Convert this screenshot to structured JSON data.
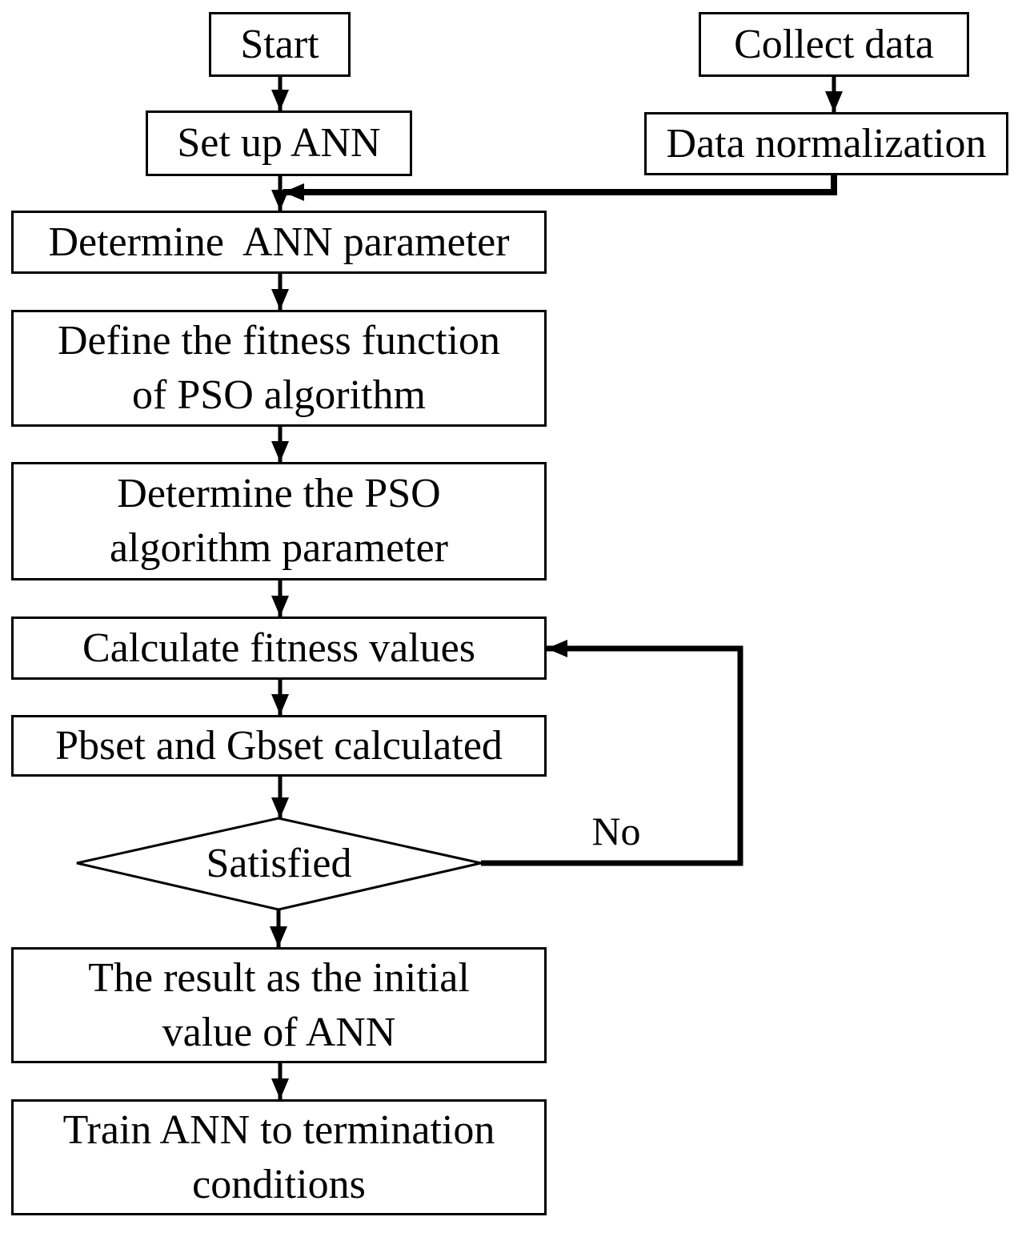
{
  "flowchart": {
    "nodes": {
      "start": "Start",
      "collect_data": "Collect data",
      "setup_ann": "Set up ANN",
      "data_normalization": "Data normalization",
      "determine_ann": "Determine  ANN parameter",
      "define_fitness": "Define the fitness function\nof PSO algorithm",
      "determine_pso": "Determine the PSO\nalgorithm parameter",
      "calculate_fitness": "Calculate fitness values",
      "pbset_gbset": "Pbset and Gbset calculated",
      "satisfied": "Satisfied",
      "result_initial": "The result as the initial\nvalue of ANN",
      "train_ann": "Train ANN to termination\nconditions"
    },
    "edge_labels": {
      "no": "No"
    },
    "colors": {
      "line": "#000000",
      "box_fill": "#ffffff",
      "text": "#000000",
      "background": "#ffffff"
    }
  }
}
